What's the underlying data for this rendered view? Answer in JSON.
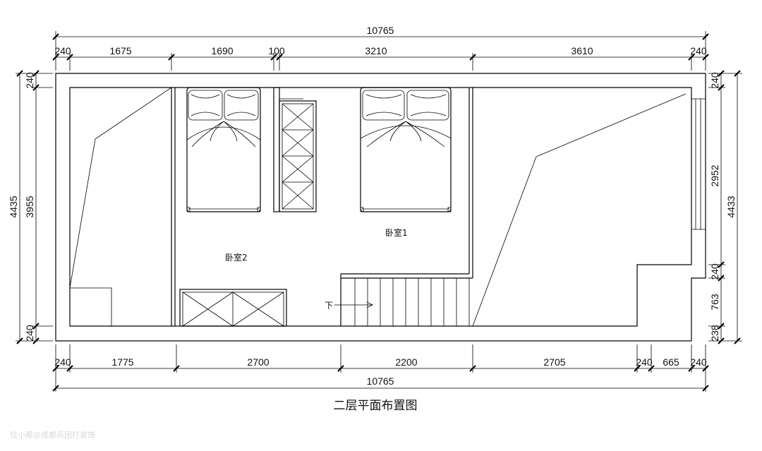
{
  "title": "二层平面布置图",
  "watermark": "住小帮@成都兵团打装饰",
  "rooms": {
    "bedroom1": "卧室1",
    "bedroom2": "卧室2"
  },
  "stair_label": "下",
  "dimensions": {
    "top_total": "10765",
    "top": [
      "240",
      "1675",
      "1690",
      "100",
      "3210",
      "3610",
      "240"
    ],
    "bottom": [
      "240",
      "1775",
      "2700",
      "2200",
      "2705",
      "240",
      "665",
      "240"
    ],
    "bottom_total": "10765",
    "left_outer": "4435",
    "left_inner": [
      "240",
      "3955",
      "240"
    ],
    "right_inner": [
      "240",
      "2952",
      "240",
      "763",
      "238"
    ],
    "right_outer": "4433"
  }
}
